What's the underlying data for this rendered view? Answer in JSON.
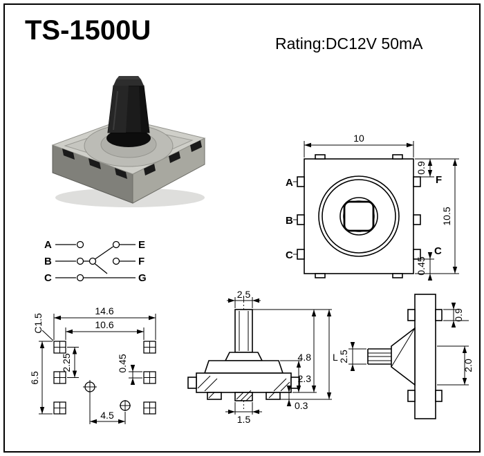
{
  "header": {
    "title": "TS-1500U",
    "rating": "Rating:DC12V 50mA"
  },
  "colors": {
    "frame": "#000000",
    "paper": "#ffffff",
    "line": "#000000",
    "metal_light": "#cfcfc9",
    "metal_mid": "#a8a8a0",
    "metal_dark": "#80807a",
    "knob_black": "#1b1b1b"
  },
  "schematic": {
    "pins": {
      "a": "A",
      "b": "B",
      "c": "C",
      "e": "E",
      "f": "F",
      "g": "G"
    }
  },
  "top_view": {
    "dim_width": "10",
    "dim_height": "10.5",
    "dim_f": "0.9",
    "label_f": "F",
    "dim_c": "0.45",
    "label_c": "C",
    "pin_a": "A",
    "pin_b": "B",
    "pin_c": "C"
  },
  "footprint": {
    "dim_total": "14.6",
    "dim_inner": "10.6",
    "dim_pad": "C1.5",
    "dim_pitch": "2.25",
    "dim_offset": "0.45",
    "dim_span": "6.5",
    "dim_holes": "4.5"
  },
  "front_view": {
    "dim_stem": "2.5",
    "dim_body": "2.3",
    "dim_height": "4.8",
    "dim_overall": "L",
    "dim_term_w": "1.5",
    "dim_term_t": "0.3"
  },
  "side_view": {
    "dim_stem": "2.5",
    "dim_tab": "0.9",
    "dim_pitch": "2.0"
  }
}
